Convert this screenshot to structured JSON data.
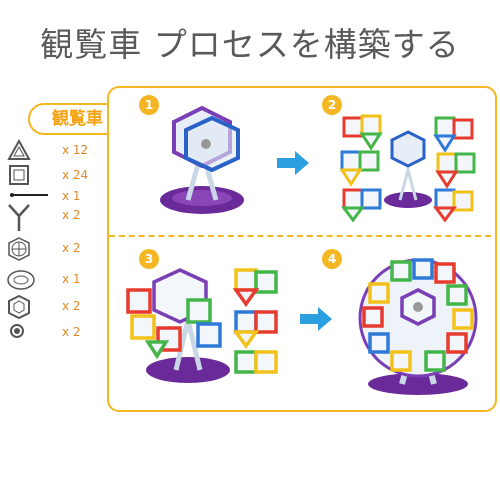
{
  "title": "観覧車 プロセスを構築する",
  "parts_label": "観覧車",
  "parts": [
    {
      "icon": "triangle-tile-icon",
      "qty": "x 12"
    },
    {
      "icon": "square-tile-icon",
      "qty": "x 24"
    },
    {
      "icon": "axle-rod-icon",
      "qty": "x 1"
    },
    {
      "icon": "y-support-icon",
      "qty": "x 2"
    },
    {
      "icon": "hexagon-wheel-icon",
      "qty": "x 2"
    },
    {
      "icon": "oval-base-icon",
      "qty": "x 1"
    },
    {
      "icon": "hexagon-tile-icon",
      "qty": "x 2"
    },
    {
      "icon": "small-connector-icon",
      "qty": "x 2"
    }
  ],
  "steps": [
    "1",
    "2",
    "3",
    "4"
  ],
  "colors": {
    "accent": "#f4b622",
    "arrow": "#2b9fe0",
    "base": "#6a2a9a",
    "title": "#5a5a5a",
    "qty": "#e08a2a"
  }
}
